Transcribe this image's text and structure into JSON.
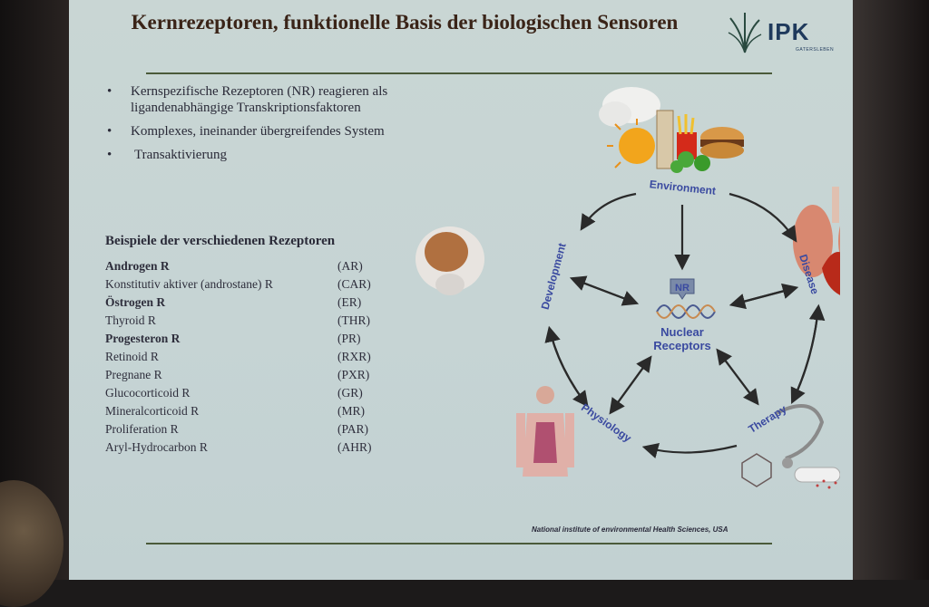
{
  "title": "Kernrezeptoren, funktionelle Basis der biologischen Sensoren",
  "logo": {
    "text": "IPK",
    "subtitle": "GATERSLEBEN"
  },
  "bullets": [
    "Kernspezifische Rezeptoren  (NR) reagieren als ligandenabhängige Transkriptionsfaktoren",
    "Komplexes, ineinander übergreifendes System",
    "Transaktivierung"
  ],
  "receptors_heading": "Beispiele der verschiedenen Rezeptoren",
  "receptors": [
    {
      "name": "Androgen R",
      "abbr": "(AR)",
      "bold": true
    },
    {
      "name": "Konstitutiv  aktiver (androstane) R",
      "abbr": "(CAR)",
      "bold": false
    },
    {
      "name": "Östrogen R",
      "abbr": "(ER)",
      "bold": true
    },
    {
      "name": "Thyroid R",
      "abbr": "(THR)",
      "bold": false
    },
    {
      "name": "Progesteron R",
      "abbr": "(PR)",
      "bold": true
    },
    {
      "name": "Retinoid R",
      "abbr": "(RXR)",
      "bold": false
    },
    {
      "name": "Pregnane  R",
      "abbr": "(PXR)",
      "bold": false
    },
    {
      "name": "Glucocorticoid R",
      "abbr": "(GR)",
      "bold": false
    },
    {
      "name": "Mineralcorticoid R",
      "abbr": "(MR)",
      "bold": false
    },
    {
      "name": "Proliferation R",
      "abbr": "(PAR)",
      "bold": false
    },
    {
      "name": "Aryl-Hydrocarbon  R",
      "abbr": "(AHR)",
      "bold": false
    }
  ],
  "diagram": {
    "center_badge": "NR",
    "center_label_1": "Nuclear",
    "center_label_2": "Receptors",
    "nodes": {
      "environment": "Environment",
      "disease": "Disease",
      "therapy": "Therapy",
      "physiology": "Physiology",
      "development": "Development"
    }
  },
  "source": "National institute of environmental Health Sciences, USA",
  "colors": {
    "slide_bg": "#c8d5d4",
    "title": "#3a2418",
    "diagram_text": "#3a4aa0",
    "rule": "#4a5a3a"
  }
}
